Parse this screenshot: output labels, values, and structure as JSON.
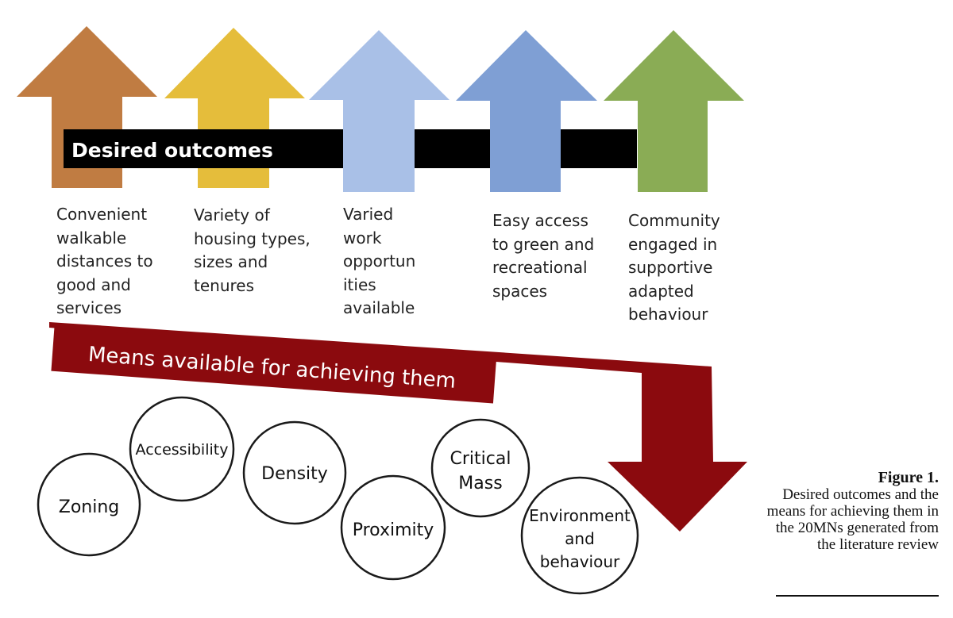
{
  "header": {
    "desired_outcomes": "Desired outcomes"
  },
  "outcomes": [
    {
      "text": "Convenient\nwalkable\ndistances to\ngood and\nservices",
      "color": "#c07c42"
    },
    {
      "text": "Variety of\nhousing types,\nsizes and\ntenures",
      "color": "#e5bd3b"
    },
    {
      "text": "Varied\nwork\nopportun\nities\navailable",
      "color": "#a9c0e7"
    },
    {
      "text": "Easy access\nto green and\nrecreational\nspaces",
      "color": "#7f9fd4"
    },
    {
      "text": "Community\nengaged in\nsupportive\nadapted\nbehaviour",
      "color": "#8aac55"
    }
  ],
  "means": {
    "label": "Means available for achieving them",
    "color": "#8b0a0e",
    "items": [
      {
        "line1": "Zoning",
        "line2": "",
        "line3": ""
      },
      {
        "line1": "Accessibility",
        "line2": "",
        "line3": ""
      },
      {
        "line1": "Density",
        "line2": "",
        "line3": ""
      },
      {
        "line1": "Proximity",
        "line2": "",
        "line3": ""
      },
      {
        "line1": "Critical",
        "line2": "Mass",
        "line3": ""
      },
      {
        "line1": "Environment",
        "line2": "and",
        "line3": "behaviour"
      }
    ]
  },
  "caption": {
    "figure_label": "Figure 1.",
    "text": "Desired outcomes and the means for achieving them in the 20MNs generated from the literature review"
  }
}
